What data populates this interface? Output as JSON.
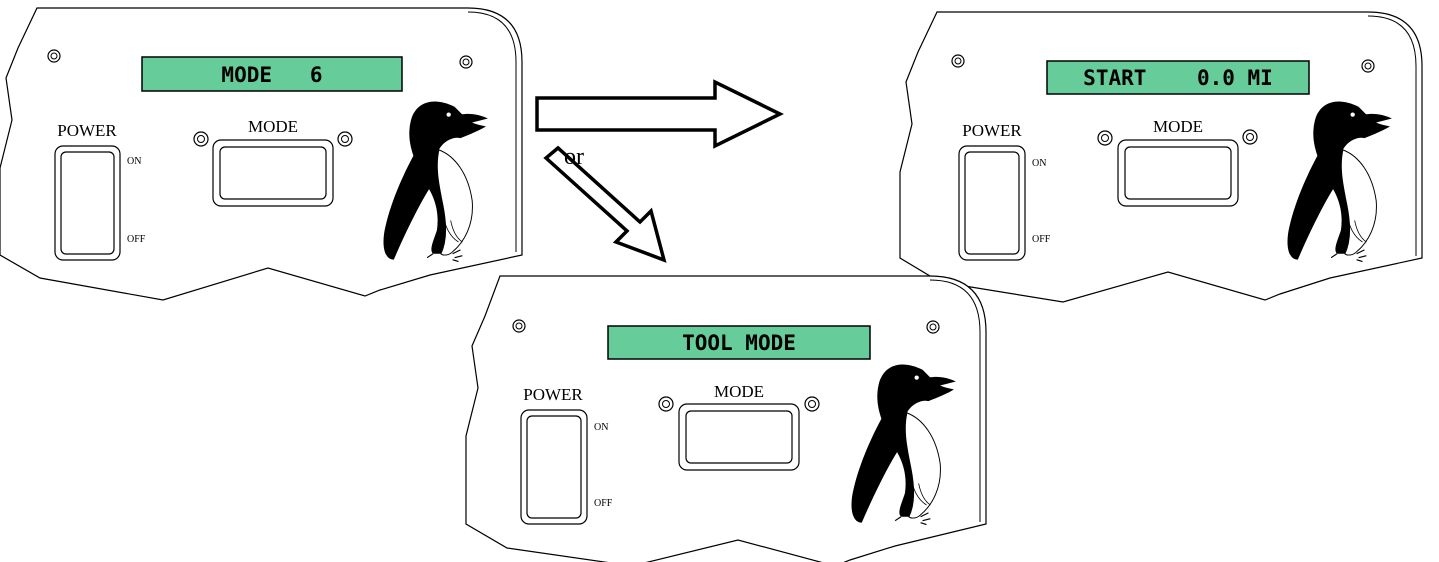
{
  "diagram": {
    "connector_label": "or",
    "colors": {
      "display_fill": "#66cc99",
      "line": "#000000",
      "background": "#ffffff"
    },
    "panels": [
      {
        "id": "initial",
        "display_text": "MODE   6",
        "power_label": "POWER",
        "switch_on_label": "ON",
        "switch_off_label": "OFF",
        "mode_label": "MODE",
        "logo_icon": "penguin-icon"
      },
      {
        "id": "start",
        "display_text": "START    0.0 MI",
        "power_label": "POWER",
        "switch_on_label": "ON",
        "switch_off_label": "OFF",
        "mode_label": "MODE",
        "logo_icon": "penguin-icon"
      },
      {
        "id": "tool",
        "display_text": "TOOL MODE",
        "power_label": "POWER",
        "switch_on_label": "ON",
        "switch_off_label": "OFF",
        "mode_label": "MODE",
        "logo_icon": "penguin-icon"
      }
    ]
  }
}
